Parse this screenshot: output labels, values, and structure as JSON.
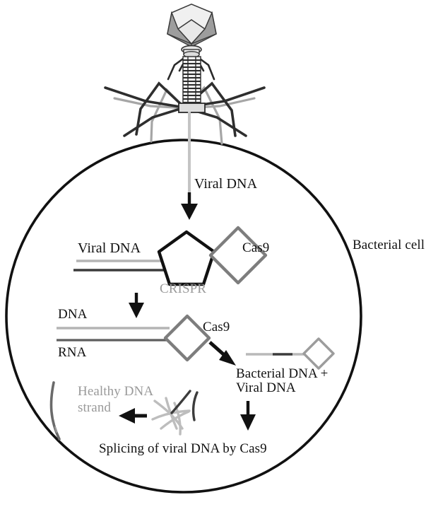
{
  "figure": {
    "title_semantic": "CRISPR-Cas9 bacterial immunity diagram",
    "background_color": "#ffffff",
    "ink_color": "#111111",
    "gray_color": "#9a9a9a",
    "mid_gray_color": "#6f6f6f"
  },
  "cell": {
    "label": "Bacterial cell",
    "shape": "circle",
    "stroke_color": "#111111"
  },
  "phage": {
    "name": "bacteriophage",
    "capsid_shape": "icosahedron",
    "parts": [
      "capsid",
      "collar",
      "tail-sheath",
      "base-plate",
      "tail-fibers"
    ]
  },
  "steps": {
    "injection": {
      "label": "Viral DNA",
      "arrow": "down"
    },
    "recognition": {
      "viral_dna_label": "Viral DNA",
      "crispr_label": "CRISPR",
      "cas9_label": "Cas9",
      "crispr_shape": "pentagon",
      "cas9_shape": "diamond",
      "arrow": "down"
    },
    "complex": {
      "dna_label": "DNA",
      "rna_label": "RNA",
      "cas9_label": "Cas9",
      "arrow": "diagonal-down-right"
    },
    "hybrid": {
      "label_line1": "Bacterial DNA +",
      "label_line2": "Viral DNA",
      "arrow": "down"
    },
    "splicing": {
      "caption": "Splicing of viral DNA by Cas9",
      "arrow": "left"
    },
    "result": {
      "label_line1": "Healthy DNA",
      "label_line2": "strand"
    }
  }
}
